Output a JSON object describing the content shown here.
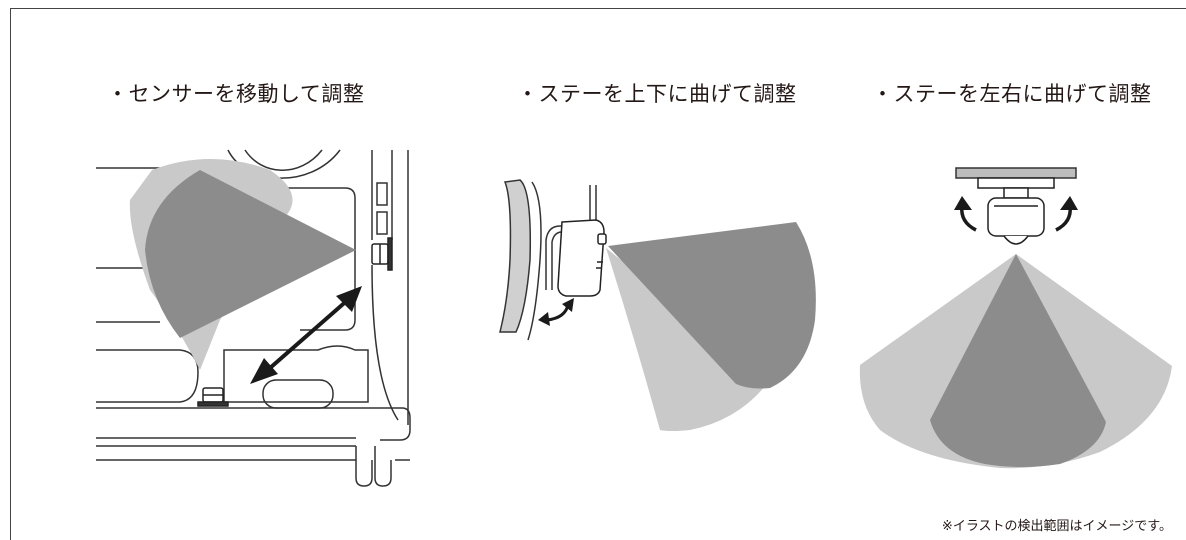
{
  "headings": {
    "move_sensor": "・センサーを移動して調整",
    "bend_stay_vertical": "・ステーを上下に曲げて調整",
    "bend_stay_horizontal": "・ステーを左右に曲げて調整"
  },
  "footnote": "※イラストの検出範囲はイメージです。",
  "colors": {
    "detection_dark": "#8c8c8c",
    "detection_light": "#c9c9c9",
    "line": "#333333",
    "arrow": "#1a1a1a"
  },
  "icons": [
    "double-headed-arrow-icon",
    "curved-double-arrow-icon",
    "rotate-left-arrow-icon",
    "rotate-right-arrow-icon"
  ]
}
